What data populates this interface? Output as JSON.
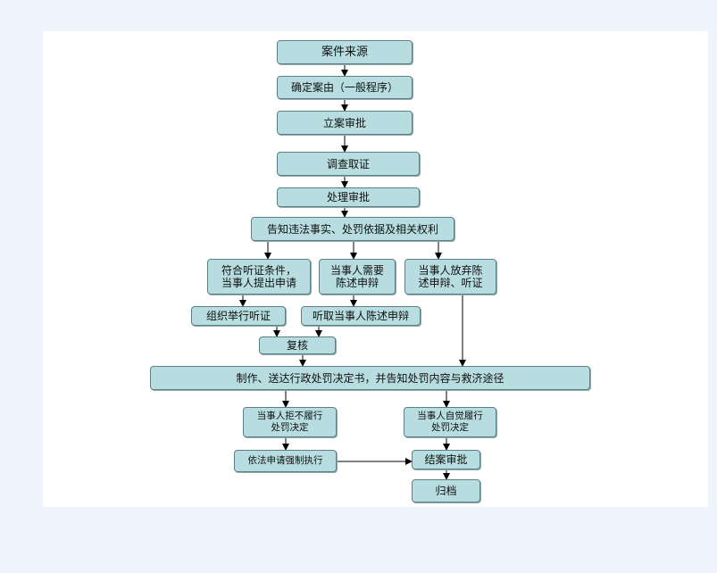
{
  "nodes": {
    "case_source": "案件来源",
    "confirm_case": "确定案由（一般程序）",
    "filing_approval": "立案审批",
    "investigation": "调查取证",
    "handling_approval": "处理审批",
    "notify_facts": "告知违法事实、处罚依据及相关权利",
    "hearing_conditions": "符合听证条件，\n当事人提出申请",
    "needs_statement": "当事人需要\n陈述申辩",
    "waives_statement": "当事人放弃陈\n述申辩、听证",
    "organize_hearing": "组织举行听证",
    "hear_statement": "听取当事人陈述申辩",
    "review": "复核",
    "issue_decision": "制作、送达行政处罚决定书，并告知处罚内容与救济途径",
    "refuses": "当事人拒不履行\n处罚决定",
    "voluntary": "当事人自觉履行\n处罚决定",
    "enforcement": "依法申请强制执行",
    "closing_approval": "结案审批",
    "archive": "归档"
  },
  "edges": [
    [
      "case_source",
      "confirm_case"
    ],
    [
      "confirm_case",
      "filing_approval"
    ],
    [
      "filing_approval",
      "investigation"
    ],
    [
      "investigation",
      "handling_approval"
    ],
    [
      "handling_approval",
      "notify_facts"
    ],
    [
      "notify_facts",
      "hearing_conditions"
    ],
    [
      "notify_facts",
      "needs_statement"
    ],
    [
      "notify_facts",
      "waives_statement"
    ],
    [
      "hearing_conditions",
      "organize_hearing"
    ],
    [
      "needs_statement",
      "hear_statement"
    ],
    [
      "organize_hearing",
      "review"
    ],
    [
      "hear_statement",
      "review"
    ],
    [
      "review",
      "issue_decision"
    ],
    [
      "waives_statement",
      "issue_decision"
    ],
    [
      "issue_decision",
      "refuses"
    ],
    [
      "issue_decision",
      "voluntary"
    ],
    [
      "refuses",
      "enforcement"
    ],
    [
      "enforcement",
      "closing_approval"
    ],
    [
      "voluntary",
      "closing_approval"
    ],
    [
      "closing_approval",
      "archive"
    ]
  ]
}
